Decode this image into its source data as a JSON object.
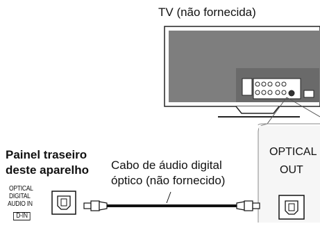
{
  "tv": {
    "caption": "TV (não fornecida)"
  },
  "rear_panel": {
    "title_line1": "Painel traseiro",
    "title_line2": "deste aparelho",
    "jack_line1": "OPTICAL",
    "jack_line2": "DIGITAL",
    "jack_line3": "AUDIO IN",
    "jack_line4": "D-IN"
  },
  "cable": {
    "line1": "Cabo de áudio digital",
    "line2": "óptico (não fornecido)"
  },
  "tv_output": {
    "line1": "OPTICAL",
    "line2": "OUT"
  }
}
